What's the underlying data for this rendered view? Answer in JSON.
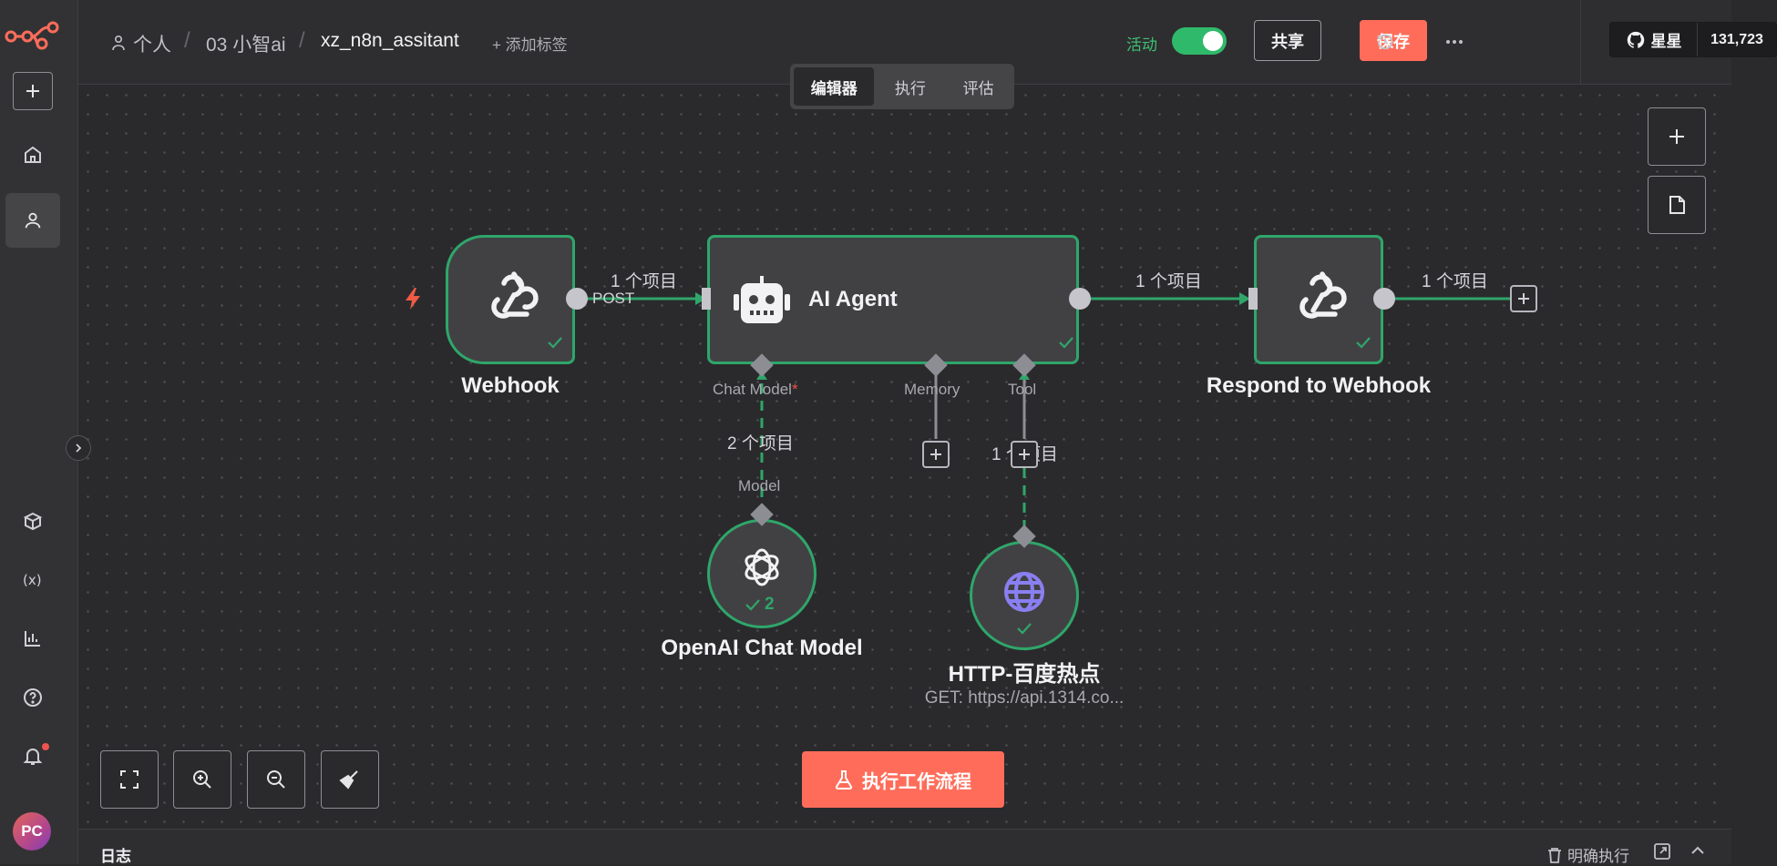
{
  "sidebar": {
    "logo_icon": "n8n-logo-icon",
    "add_icon": "plus-icon",
    "items": [
      {
        "icon": "home-icon"
      },
      {
        "icon": "user-icon"
      },
      {
        "icon": "templates-icon"
      },
      {
        "icon": "variables-icon"
      },
      {
        "icon": "insights-icon"
      },
      {
        "icon": "help-icon"
      },
      {
        "icon": "bell-icon"
      }
    ],
    "avatar_initials": "PC"
  },
  "header": {
    "breadcrumb_owner": "个人",
    "breadcrumb_folder": "03 小智ai",
    "workflow_name": "xz_n8n_assitant",
    "add_tag": "+ 添加标签",
    "active_label": "活动",
    "active": true,
    "share_label": "共享",
    "save_label": "保存",
    "github_label": "星星",
    "github_count": "131,723"
  },
  "tabs": [
    "编辑器",
    "执行",
    "评估"
  ],
  "canvas": {
    "nodes": {
      "webhook": {
        "name": "Webhook",
        "icon": "webhook-icon",
        "output_label": "POST"
      },
      "agent": {
        "name": "AI Agent",
        "icon": "robot-icon",
        "ports": {
          "chat_model": "Chat Model",
          "required_mark": "*",
          "memory": "Memory",
          "tool": "Tool"
        }
      },
      "respond": {
        "name": "Respond to Webhook",
        "icon": "webhook-icon"
      },
      "openai": {
        "name": "OpenAI Chat Model",
        "icon": "openai-icon",
        "port_label": "Model",
        "run_count": "2"
      },
      "http": {
        "name": "HTTP-百度热点",
        "subtitle": "GET: https://api.1314.co...",
        "icon": "globe-icon"
      }
    },
    "edges": {
      "webhook_to_agent": "1 个项目",
      "agent_to_respond": "1 个项目",
      "respond_out": "1 个项目",
      "model_to_agent": "2 个项目",
      "tool_to_agent": "1 个项目"
    },
    "run_button": "执行工作流程"
  },
  "footer": {
    "title": "日志",
    "clear_label": "明确执行"
  },
  "colors": {
    "accent": "#ff6d5a",
    "success": "#2fa66a",
    "background": "#2a2a2c"
  }
}
